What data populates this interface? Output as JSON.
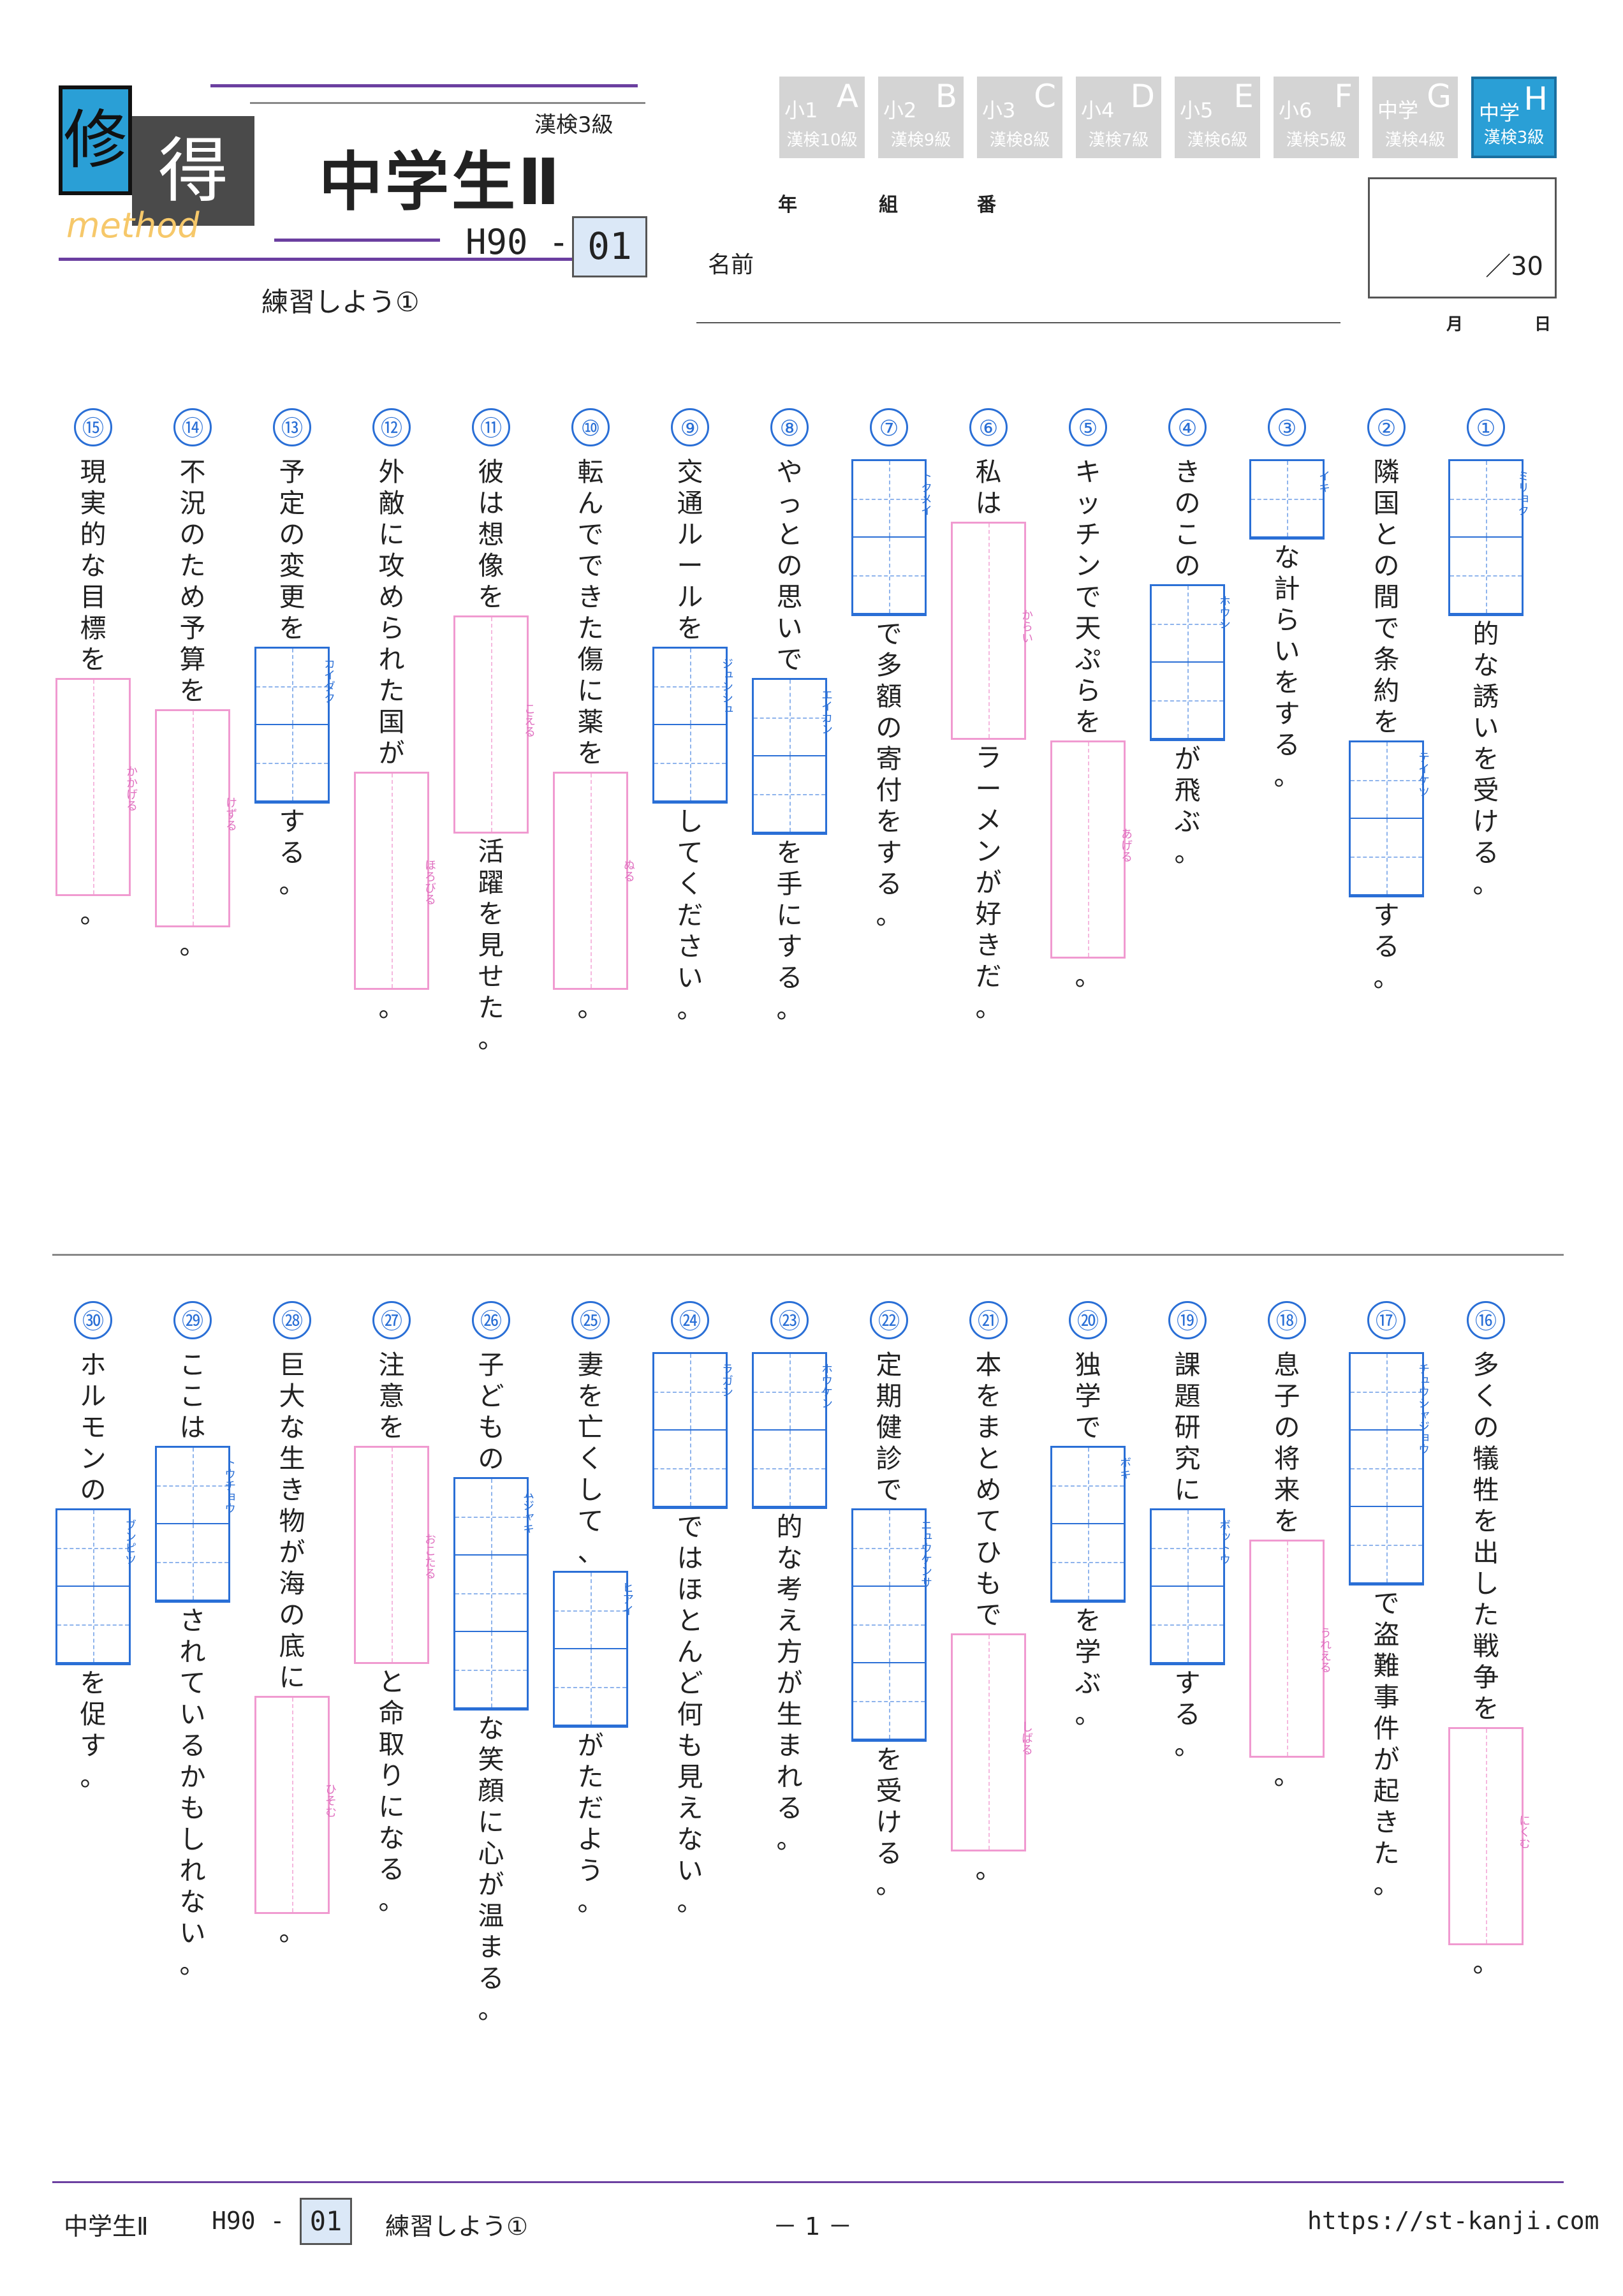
{
  "logo": {
    "char1": "修",
    "char2": "得",
    "sub": "method"
  },
  "header": {
    "title": "中学生Ⅱ",
    "kanken": "漢検3級",
    "code_prefix": "H90 -",
    "code_num": "01",
    "subtitle": "練習しよう①"
  },
  "levels": [
    {
      "grade": "小1",
      "letter": "A",
      "kanken": "漢検10級"
    },
    {
      "grade": "小2",
      "letter": "B",
      "kanken": "漢検9級"
    },
    {
      "grade": "小3",
      "letter": "C",
      "kanken": "漢検8級"
    },
    {
      "grade": "小4",
      "letter": "D",
      "kanken": "漢検7級"
    },
    {
      "grade": "小5",
      "letter": "E",
      "kanken": "漢検6級"
    },
    {
      "grade": "小6",
      "letter": "F",
      "kanken": "漢検5級"
    },
    {
      "grade": "中学",
      "letter": "G",
      "kanken": "漢検4級"
    },
    {
      "grade": "中学",
      "letter": "H",
      "kanken": "漢検3級"
    }
  ],
  "form": {
    "year": "年",
    "class": "組",
    "number": "番",
    "name": "名前",
    "score": "／30",
    "month": "月",
    "day": "日"
  },
  "questions": [
    {
      "num": "①",
      "parts": [
        {
          "k": [
            "",
            ""
          ],
          "r": "ミリョク"
        },
        {
          "t": "的な誘いを受ける。"
        }
      ]
    },
    {
      "num": "②",
      "parts": [
        {
          "t": "隣国との間で条約を"
        },
        {
          "k": [
            "",
            ""
          ],
          "r": "テイケツ"
        },
        {
          "t": "する。"
        }
      ]
    },
    {
      "num": "③",
      "parts": [
        {
          "k": [
            ""
          ],
          "r": "イキ"
        },
        {
          "t": "な計らいをする。"
        }
      ]
    },
    {
      "num": "④",
      "parts": [
        {
          "t": "きのこの"
        },
        {
          "k": [
            "",
            ""
          ],
          "r": "ホウシ"
        },
        {
          "t": "が飛ぶ。"
        }
      ]
    },
    {
      "num": "⑤",
      "parts": [
        {
          "t": "キッチンで天ぷらを"
        },
        {
          "h": 3,
          "r": "あげる"
        },
        {
          "t": "。"
        }
      ]
    },
    {
      "num": "⑥",
      "parts": [
        {
          "t": "私は"
        },
        {
          "h": 3,
          "r": "からい"
        },
        {
          "t": "ラーメンが好きだ。"
        }
      ]
    },
    {
      "num": "⑦",
      "parts": [
        {
          "k": [
            "",
            ""
          ],
          "r": "トクメイ"
        },
        {
          "t": "で多額の寄付をする。"
        }
      ]
    },
    {
      "num": "⑧",
      "parts": [
        {
          "t": "やっとの思いで"
        },
        {
          "k": [
            "",
            ""
          ],
          "r": "エイカン"
        },
        {
          "t": "を手にする。"
        }
      ]
    },
    {
      "num": "⑨",
      "parts": [
        {
          "t": "交通ルールを"
        },
        {
          "k": [
            "",
            ""
          ],
          "r": "ジュンシュ"
        },
        {
          "t": "してください。"
        }
      ]
    },
    {
      "num": "⑩",
      "parts": [
        {
          "t": "転んでできた傷に薬を"
        },
        {
          "h": 3,
          "r": "ぬる"
        },
        {
          "t": "。"
        }
      ]
    },
    {
      "num": "⑪",
      "parts": [
        {
          "t": "彼は想像を"
        },
        {
          "h": 3,
          "r": "こえる"
        },
        {
          "t": "活躍を見せた。"
        }
      ]
    },
    {
      "num": "⑫",
      "parts": [
        {
          "t": "外敵に攻められた国が"
        },
        {
          "h": 3,
          "r": "ほろびる"
        },
        {
          "t": "。"
        }
      ]
    },
    {
      "num": "⑬",
      "parts": [
        {
          "t": "予定の変更を"
        },
        {
          "k": [
            "",
            ""
          ],
          "r": "カイダク"
        },
        {
          "t": "する。"
        }
      ]
    },
    {
      "num": "⑭",
      "parts": [
        {
          "t": "不況のため予算を"
        },
        {
          "h": 3,
          "r": "けずる"
        },
        {
          "t": "。"
        }
      ]
    },
    {
      "num": "⑮",
      "parts": [
        {
          "t": "現実的な目標を"
        },
        {
          "h": 3,
          "r": "かかげる"
        },
        {
          "t": "。"
        }
      ]
    },
    {
      "num": "⑯",
      "parts": [
        {
          "t": "多くの犠牲を出した戦争を"
        },
        {
          "h": 3,
          "r": "にくむ"
        },
        {
          "t": "。"
        }
      ]
    },
    {
      "num": "⑰",
      "parts": [
        {
          "k": [
            "",
            "",
            ""
          ],
          "r": "チュウシャジョウ"
        },
        {
          "t": "で盗難事件が起きた。"
        }
      ]
    },
    {
      "num": "⑱",
      "parts": [
        {
          "t": "息子の将来を"
        },
        {
          "h": 3,
          "r": "うれえる"
        },
        {
          "t": "。"
        }
      ]
    },
    {
      "num": "⑲",
      "parts": [
        {
          "t": "課題研究に"
        },
        {
          "k": [
            "",
            ""
          ],
          "r": "ボットウ"
        },
        {
          "t": "する。"
        }
      ]
    },
    {
      "num": "⑳",
      "parts": [
        {
          "t": "独学で"
        },
        {
          "k": [
            "",
            ""
          ],
          "r": "ボキ"
        },
        {
          "t": "を学ぶ。"
        }
      ]
    },
    {
      "num": "㉑",
      "parts": [
        {
          "t": "本をまとめてひもで"
        },
        {
          "h": 3,
          "r": "しばる"
        },
        {
          "t": "。"
        }
      ]
    },
    {
      "num": "㉒",
      "parts": [
        {
          "t": "定期健診で"
        },
        {
          "k": [
            "",
            "",
            ""
          ],
          "r": "ニュウケンサ"
        },
        {
          "t": "を受ける。"
        }
      ]
    },
    {
      "num": "㉓",
      "parts": [
        {
          "k": [
            "",
            ""
          ],
          "r": "ホウケン"
        },
        {
          "t": "的な考え方が生まれる。"
        }
      ]
    },
    {
      "num": "㉔",
      "parts": [
        {
          "k": [
            "",
            ""
          ],
          "r": "ラガン"
        },
        {
          "t": "ではほとんど何も見えない。"
        }
      ]
    },
    {
      "num": "㉕",
      "parts": [
        {
          "t": "妻を亡くして、"
        },
        {
          "k": [
            "",
            ""
          ],
          "r": "ヒアイ"
        },
        {
          "t": "がただよう。"
        }
      ]
    },
    {
      "num": "㉖",
      "parts": [
        {
          "t": "子どもの"
        },
        {
          "k": [
            "",
            "",
            ""
          ],
          "r": "ムジャキ"
        },
        {
          "t": "な笑顔に心が温まる。"
        }
      ]
    },
    {
      "num": "㉗",
      "parts": [
        {
          "t": "注意を"
        },
        {
          "h": 3,
          "r": "おこたる"
        },
        {
          "t": "と命取りになる。"
        }
      ]
    },
    {
      "num": "㉘",
      "parts": [
        {
          "t": "巨大な生き物が海の底に"
        },
        {
          "h": 3,
          "r": "ひそむ"
        },
        {
          "t": "。"
        }
      ]
    },
    {
      "num": "㉙",
      "parts": [
        {
          "t": "ここは"
        },
        {
          "k": [
            "",
            ""
          ],
          "r": "トウチョウ"
        },
        {
          "t": "されているかもしれない。"
        }
      ]
    },
    {
      "num": "㉚",
      "parts": [
        {
          "t": "ホルモンの"
        },
        {
          "k": [
            "",
            ""
          ],
          "r": "ブンピツ"
        },
        {
          "t": "を促す。"
        }
      ]
    }
  ],
  "footer": {
    "title": "中学生Ⅱ",
    "code_prefix": "H90 -",
    "code_num": "01",
    "subtitle": "練習しよう①",
    "page": "－ 1 －",
    "url": "https://st-kanji.com"
  }
}
